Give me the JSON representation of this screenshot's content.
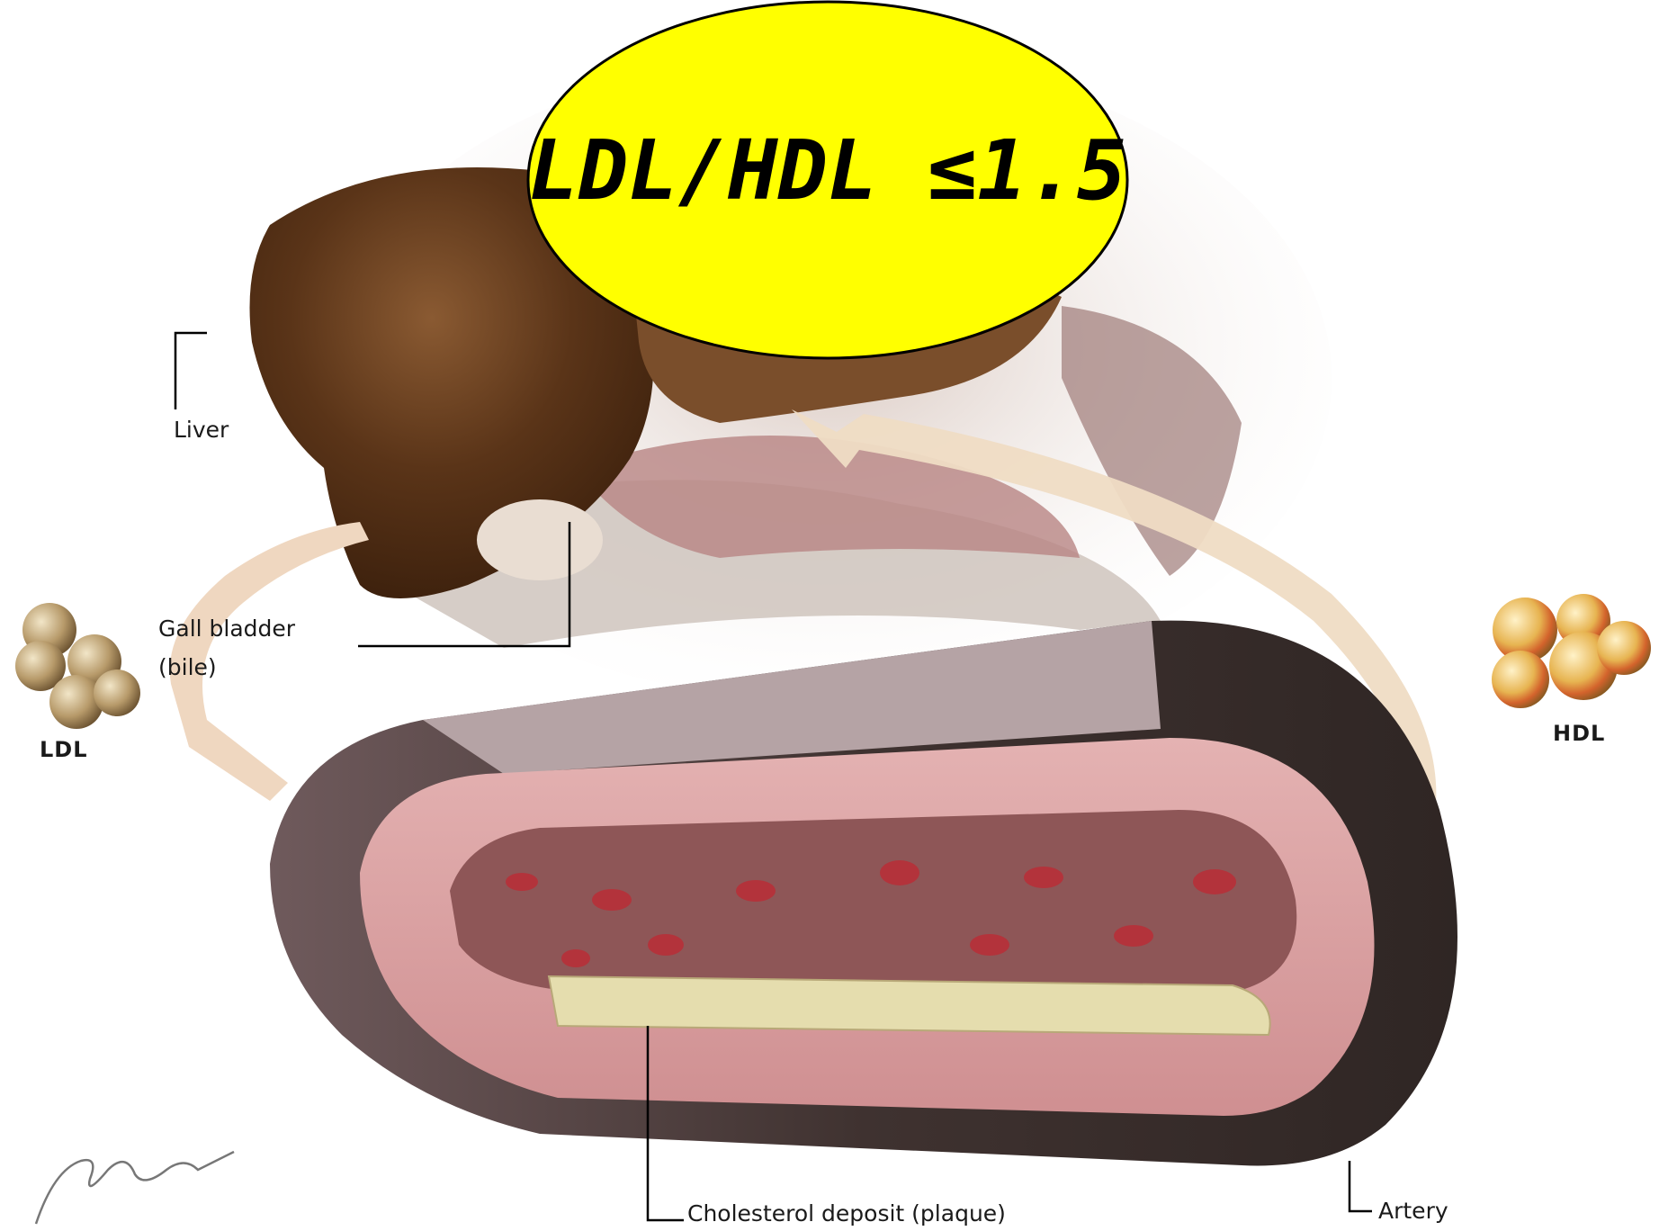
{
  "callout": {
    "text": "LDL/HDL ≤1.5",
    "fill": "#ffff00"
  },
  "labels": {
    "liver": "Liver",
    "gall_bladder": "Gall bladder",
    "bile": "(bile)",
    "ldl": "LDL",
    "hdl": "HDL",
    "cholesterol_deposit": "Cholesterol deposit (plaque)",
    "artery": "Artery"
  },
  "colors": {
    "liver": "#5a3418",
    "artery_outer": "#3f3230",
    "artery_wall": "#cf8f91",
    "lumen": "#8e5657",
    "plaque": "#e5ddae",
    "arrow": "#efdcc4"
  }
}
